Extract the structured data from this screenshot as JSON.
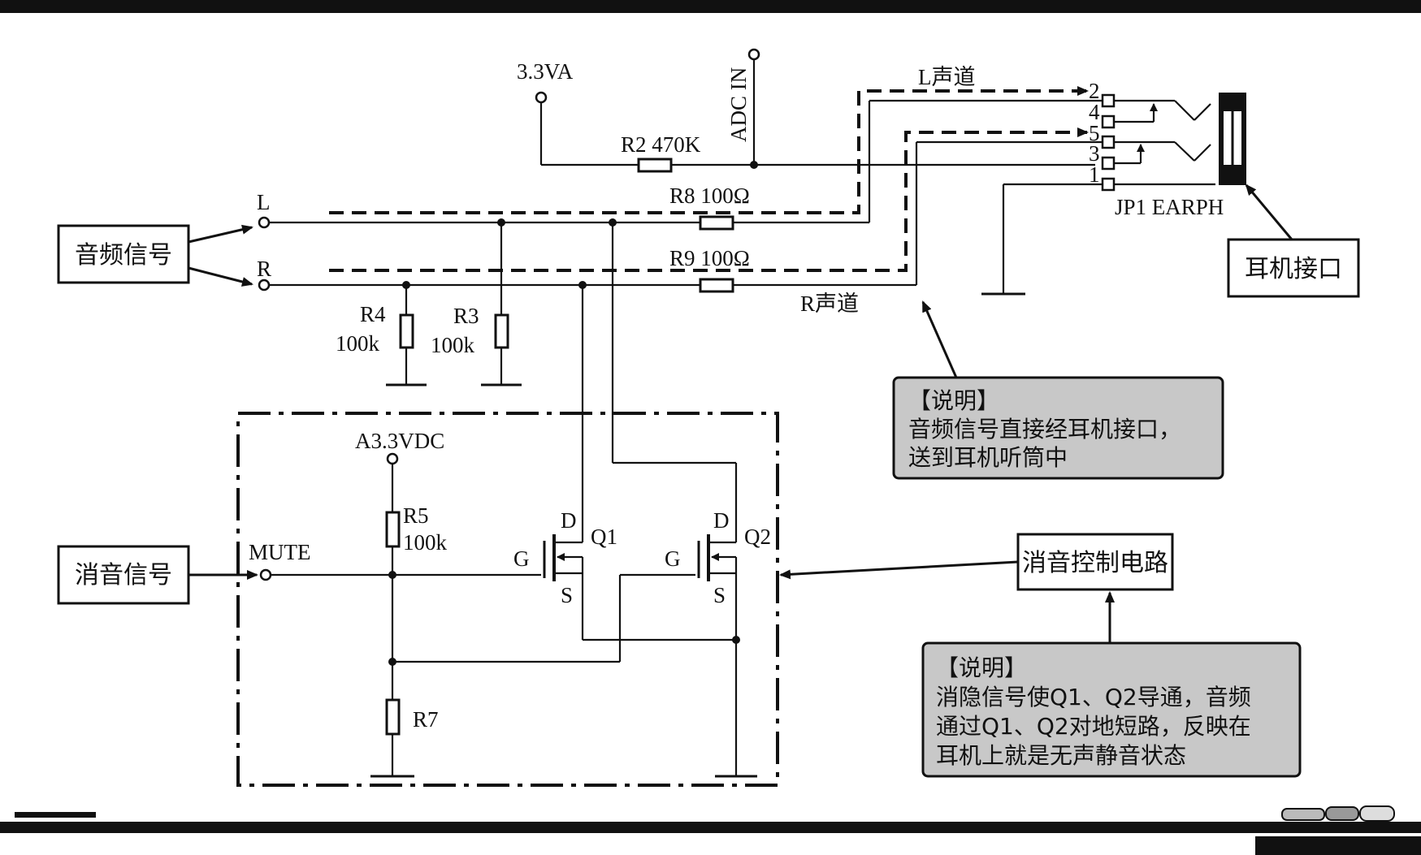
{
  "labels": {
    "va33": "3.3VA",
    "adc_in": "ADC IN",
    "r2": "R2 470K",
    "r8": "R8 100Ω",
    "r9": "R9 100Ω",
    "l_channel": "L声道",
    "r_channel": "R声道",
    "input_l": "L",
    "input_r": "R",
    "r4": "R4",
    "r4_val": "100k",
    "r3": "R3",
    "r3_val": "100k",
    "a33vdc": "A3.3VDC",
    "r5": "R5",
    "r5_val": "100k",
    "mute": "MUTE",
    "r7": "R7",
    "q1": "Q1",
    "q2": "Q2",
    "d": "D",
    "g": "G",
    "s": "S",
    "jp1": "JP1 EARPH",
    "pins": [
      "2",
      "4",
      "5",
      "3",
      "1"
    ]
  },
  "boxes": {
    "audio_signal": "音频信号",
    "mute_signal": "消音信号",
    "mute_circuit": "消音控制电路",
    "earphone_jack": "耳机接口"
  },
  "notes": {
    "note1": {
      "title": "【说明】",
      "lines": [
        "音频信号直接经耳机接口，",
        "送到耳机听筒中"
      ]
    },
    "note2": {
      "title": "【说明】",
      "lines": [
        "消隐信号使Q1、Q2导通，音频",
        "通过Q1、Q2对地短路，反映在",
        "耳机上就是无声静音状态"
      ]
    }
  },
  "colors": {
    "note_fill": "#c8c8c8",
    "ink": "#111111"
  }
}
